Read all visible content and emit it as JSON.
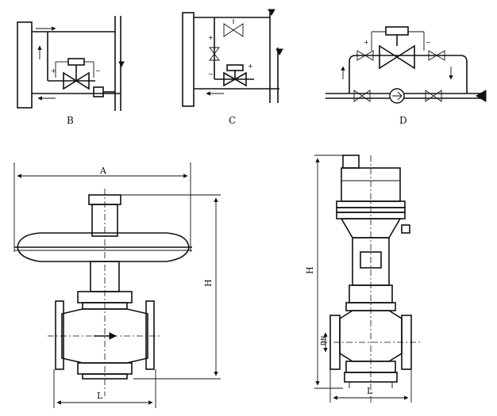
{
  "schematics": {
    "b": {
      "label": "B",
      "plus": "+",
      "minus": "−"
    },
    "c": {
      "label": "C",
      "plus": "+",
      "minus": "−"
    },
    "d": {
      "label": "D",
      "plus": "+",
      "minus": "−"
    }
  },
  "front_view": {
    "dim_width": "A",
    "dim_height": "H",
    "dim_length": "L"
  },
  "side_view": {
    "dim_height": "H",
    "dim_length": "L",
    "dim_dn": "DN"
  }
}
